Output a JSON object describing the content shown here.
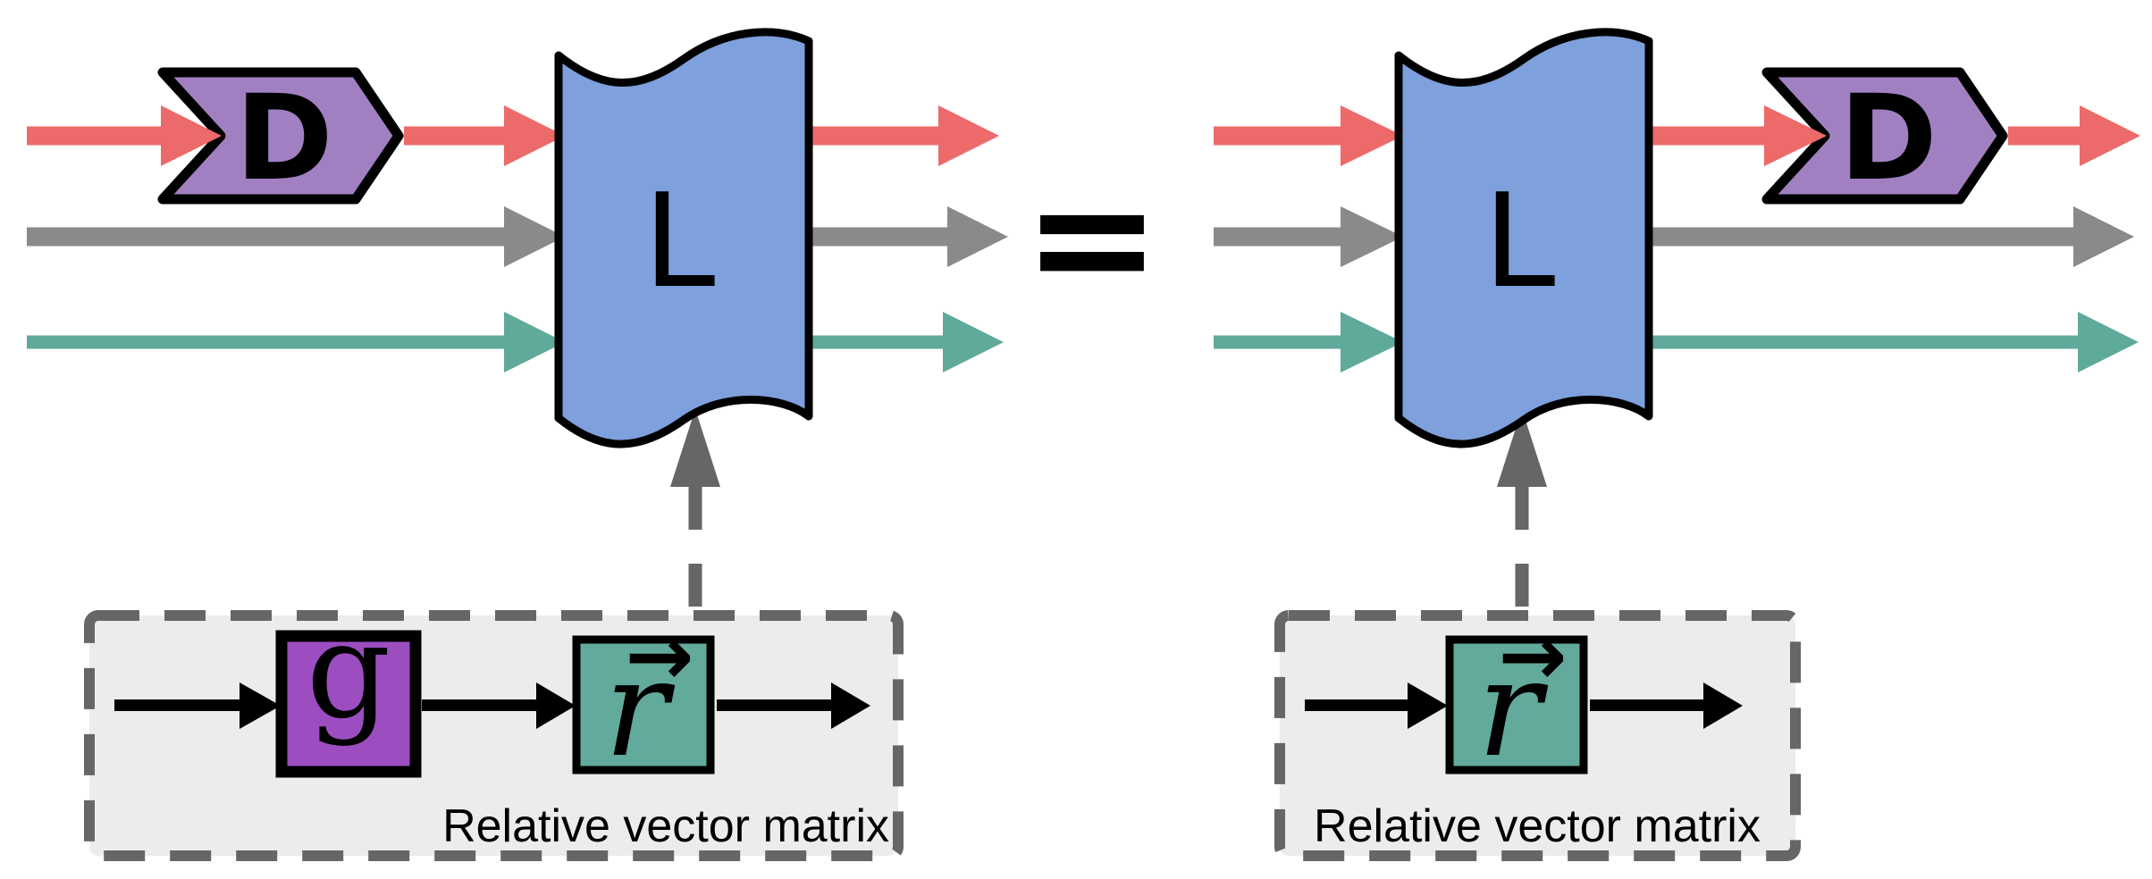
{
  "colors": {
    "background": "#FFFFFF",
    "red_arrow": "#ED6A6A",
    "gray_arrow": "#8A8A8A",
    "teal_arrow": "#5FAA9A",
    "l_block_fill": "#7EA0DC",
    "d_chevron_fill": "#A180C2",
    "g_gate_fill": "#9C4EC1",
    "r_vector_fill": "#62AA9B",
    "callout_fill": "#ECECEC",
    "callout_border": "#666666",
    "callout_pointer": "#666666",
    "black_arrow": "#000000",
    "outline": "#000000"
  },
  "equals_sign": "=",
  "left_diagram": {
    "d_chevron_label": "D",
    "l_block_label": "L",
    "callout": {
      "g_gate_label": "g",
      "r_vector_label": "r",
      "r_vector_arrow": "→",
      "caption": "Relative vector matrix"
    }
  },
  "right_diagram": {
    "d_chevron_label": "D",
    "l_block_label": "L",
    "callout": {
      "r_vector_label": "r",
      "r_vector_arrow": "→",
      "caption": "Relative vector matrix"
    }
  }
}
